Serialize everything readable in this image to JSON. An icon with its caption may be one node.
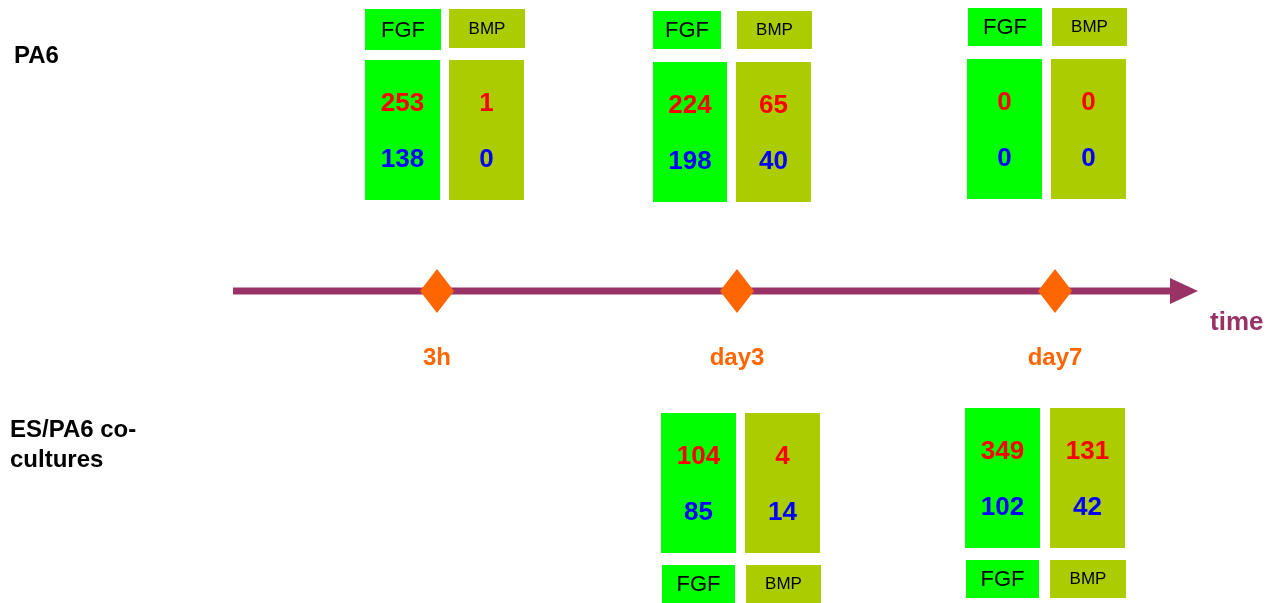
{
  "diagram": {
    "nodes": [
      {
        "text": [
          "FGF"
        ]
      },
      {
        "text": [
          "BMP"
        ]
      },
      {
        "text": [
          "253",
          "138"
        ]
      },
      {
        "text": [
          "1",
          "0"
        ]
      },
      {
        "text": [
          "FGF"
        ]
      },
      {
        "text": [
          "BMP"
        ]
      },
      {
        "text": [
          "224",
          "198"
        ]
      },
      {
        "text": [
          "65",
          "40"
        ]
      },
      {
        "text": [
          "FGF"
        ]
      },
      {
        "text": [
          "BMP"
        ]
      },
      {
        "text": [
          "0",
          "0"
        ]
      },
      {
        "text": [
          "0",
          "0"
        ]
      },
      {
        "text": [],
        "shape": "diamond",
        "beside": [
          "3h"
        ]
      },
      {
        "text": [],
        "shape": "diamond",
        "beside": [
          "day3"
        ]
      },
      {
        "text": [],
        "shape": "diamond",
        "beside": [
          "day7"
        ]
      },
      {
        "text": [
          "104",
          "85"
        ]
      },
      {
        "text": [
          "4",
          "14"
        ]
      },
      {
        "text": [
          "349",
          "102"
        ]
      },
      {
        "text": [
          "131",
          "42"
        ]
      },
      {
        "text": [
          "FGF"
        ]
      },
      {
        "text": [
          "BMP"
        ]
      },
      {
        "text": [
          "FGF"
        ]
      },
      {
        "text": [
          "BMP"
        ]
      }
    ],
    "labels": [
      "PA6",
      "time",
      "ES/PA6 co-cultures"
    ]
  }
}
